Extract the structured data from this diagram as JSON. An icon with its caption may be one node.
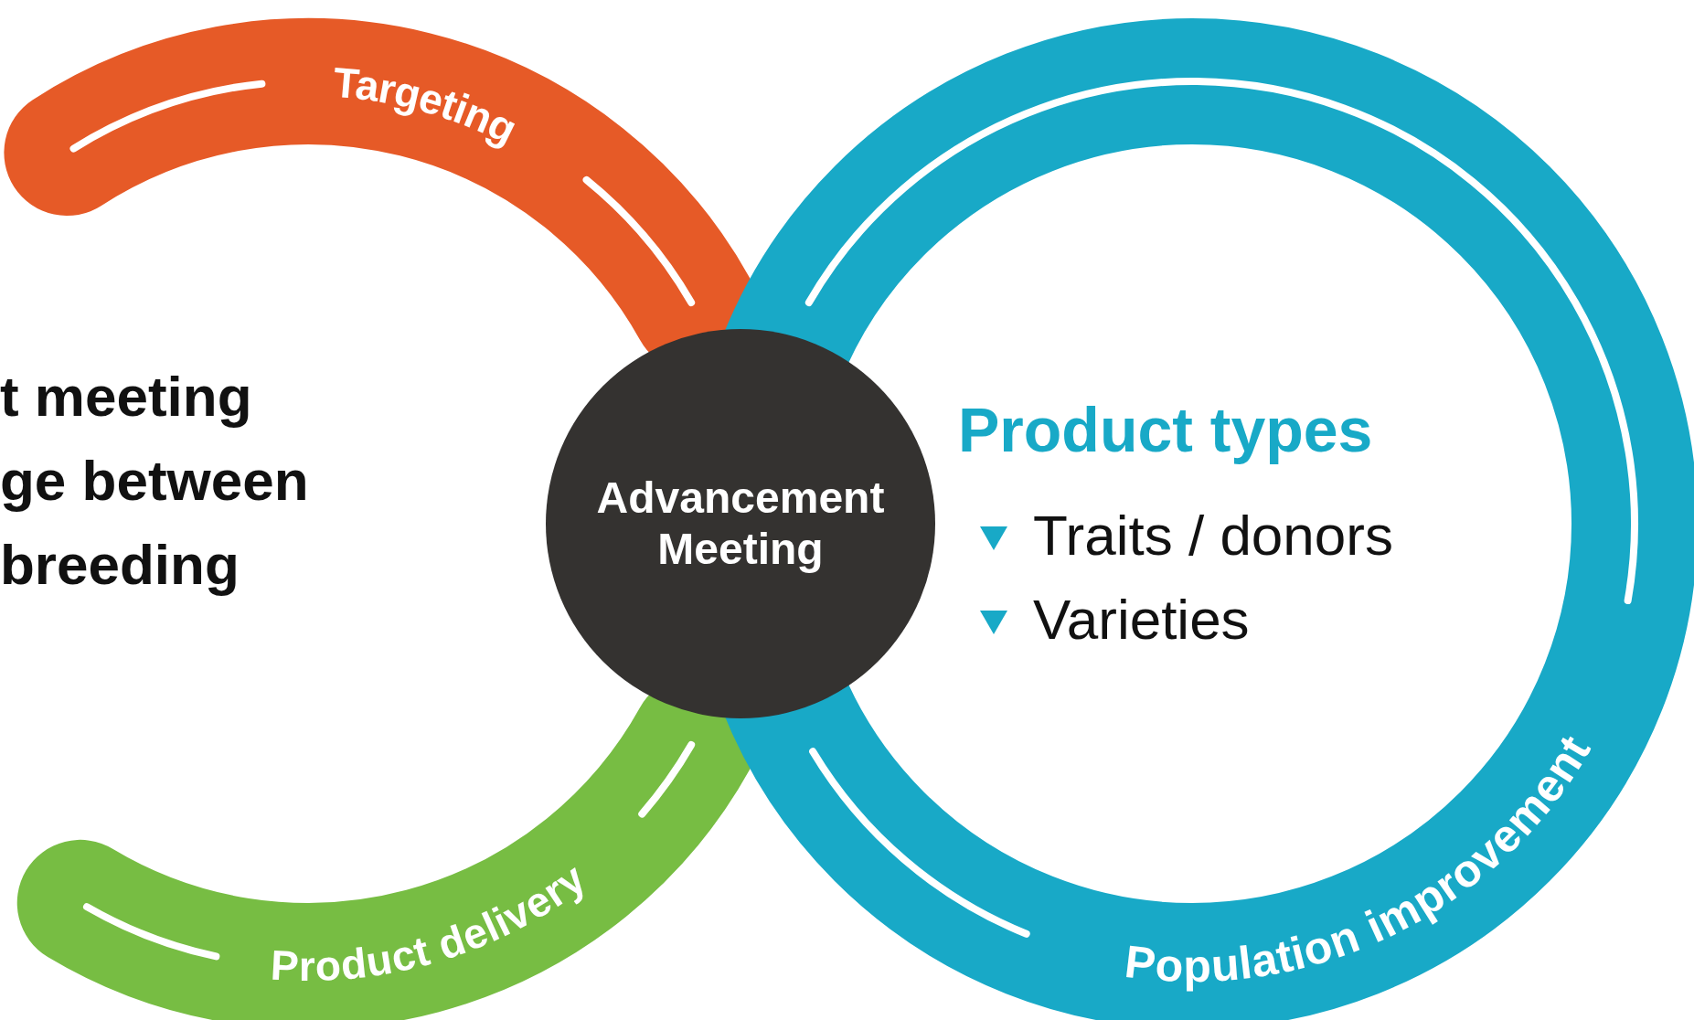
{
  "diagram": {
    "nodes": [
      {
        "text": [
          "Targeting"
        ]
      },
      {
        "text": [
          "Product delivery"
        ]
      },
      {
        "text": [
          "Population improvement"
        ]
      },
      {
        "text": [
          "Advancement Meeting"
        ]
      }
    ],
    "edges": [],
    "labels": [
      "t meeting ge between breeding",
      "Product types",
      "Traits / donors",
      "Varieties"
    ]
  }
}
